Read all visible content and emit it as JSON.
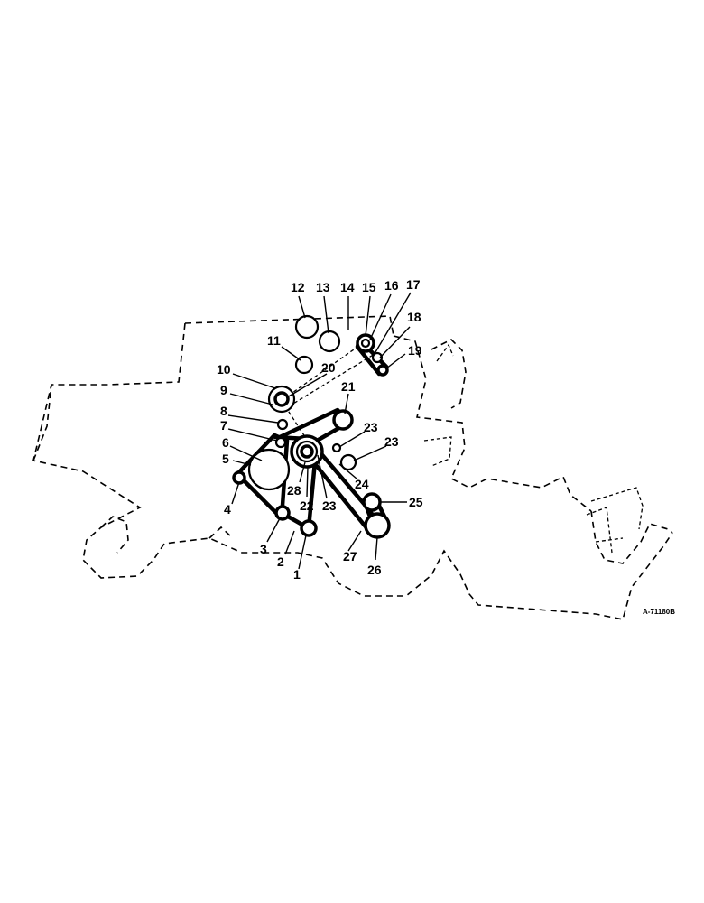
{
  "callouts": {
    "c1": "1",
    "c2": "2",
    "c3": "3",
    "c4": "4",
    "c5": "5",
    "c6": "6",
    "c7": "7",
    "c8": "8",
    "c9": "9",
    "c10": "10",
    "c11": "11",
    "c12": "12",
    "c13": "13",
    "c14": "14",
    "c15": "15",
    "c16": "16",
    "c17": "17",
    "c18": "18",
    "c19": "19",
    "c20": "20",
    "c21": "21",
    "c22": "22",
    "c23a": "23",
    "c23b": "23",
    "c23c": "23",
    "c24": "24",
    "c25": "25",
    "c26": "26",
    "c27": "27",
    "c28": "28"
  },
  "reference_number": "A-71180B"
}
